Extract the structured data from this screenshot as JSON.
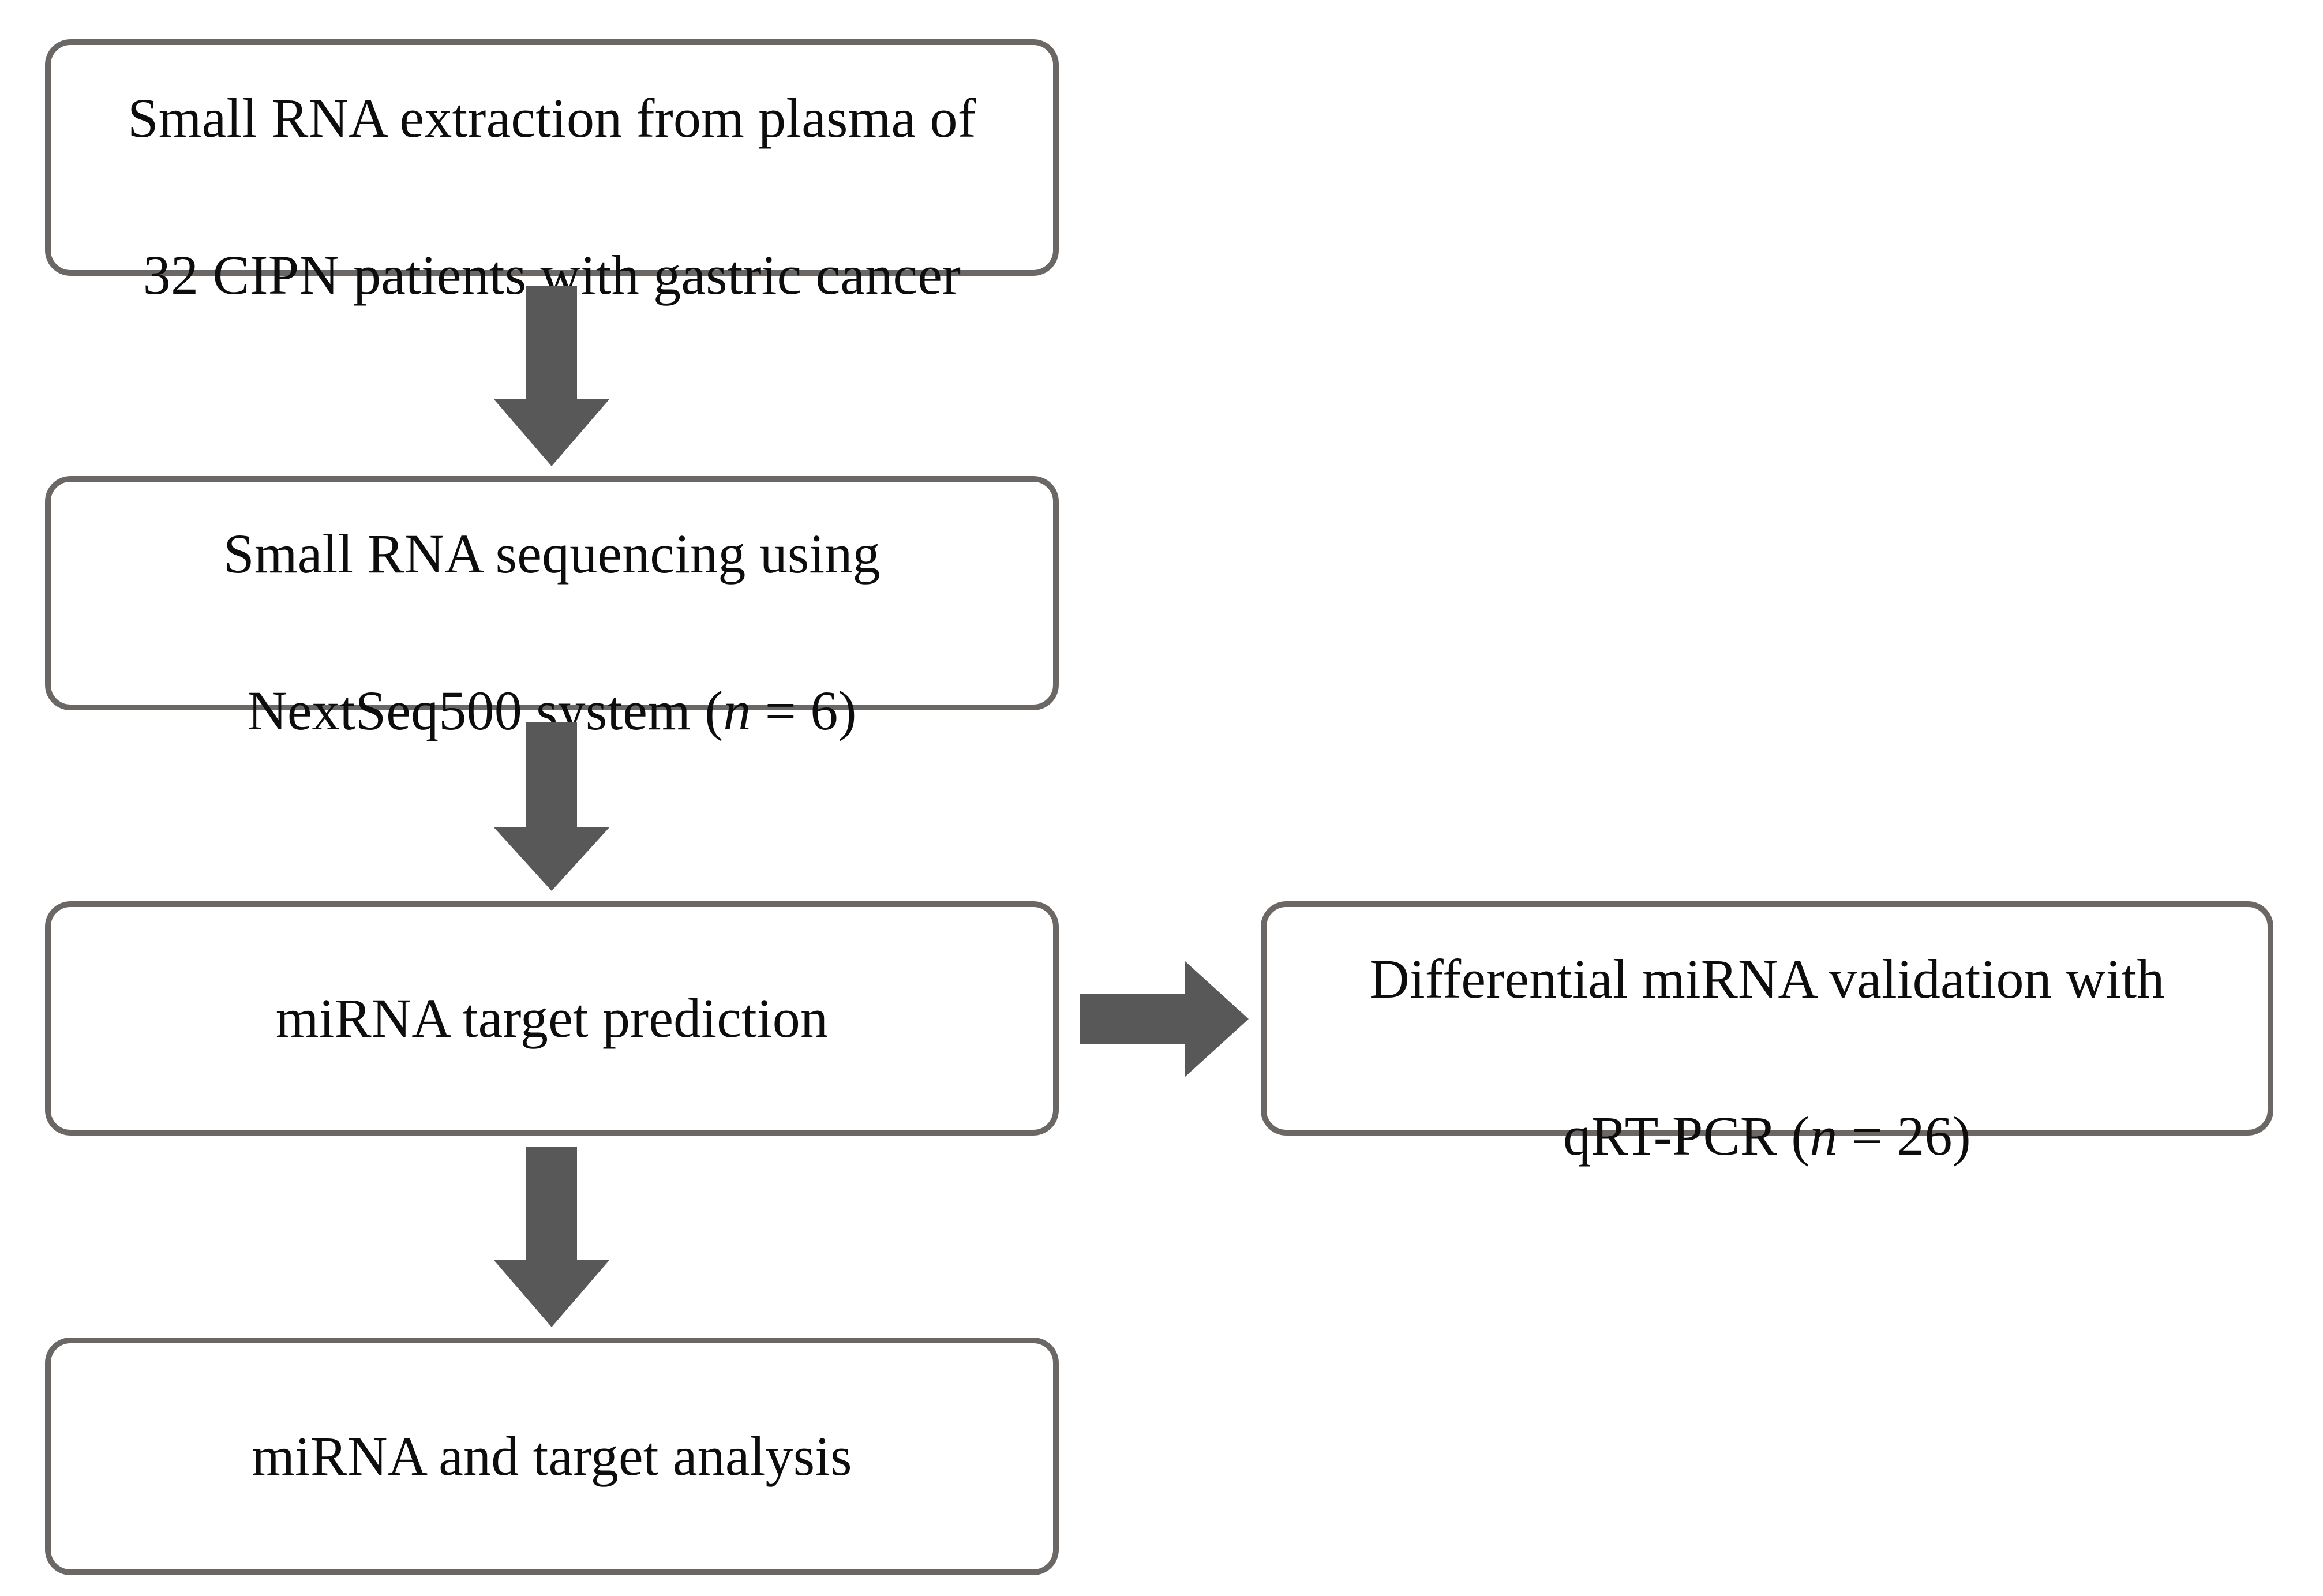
{
  "diagram": {
    "type": "flowchart",
    "orientation": "vertical-with-branch",
    "colors": {
      "box_border": "#6b6765",
      "box_fill": "#ffffff",
      "arrow_fill": "#585858",
      "text": "#0d0d0d",
      "background": "#ffffff"
    },
    "nodes": [
      {
        "id": "extraction",
        "line1": "Small RNA extraction from plasma of",
        "line2": "32 CIPN patients with gastric cancer",
        "text": "Small RNA extraction from plasma of\n32 CIPN patients with gastric cancer"
      },
      {
        "id": "sequencing",
        "line1": "Small RNA sequencing using",
        "line2_prefix": "NextSeq500 system (",
        "line2_italic": "n",
        "line2_suffix": " = 6)",
        "text": "Small RNA sequencing using\nNextSeq500 system (n = 6)"
      },
      {
        "id": "prediction",
        "line1": "miRNA target prediction",
        "text": "miRNA target prediction"
      },
      {
        "id": "validation",
        "line1": "Differential miRNA validation with",
        "line2_prefix": "qRT-PCR (",
        "line2_italic": "n",
        "line2_suffix": " = 26)",
        "text": "Differential miRNA validation with\nqRT-PCR (n = 26)"
      },
      {
        "id": "analysis",
        "line1": "miRNA and target analysis",
        "text": "miRNA and target analysis"
      }
    ],
    "edges": [
      {
        "id": "extraction-to-sequencing",
        "from": "extraction",
        "to": "sequencing",
        "direction": "down",
        "style": "block-arrow"
      },
      {
        "id": "sequencing-to-prediction",
        "from": "sequencing",
        "to": "prediction",
        "direction": "down",
        "style": "block-arrow"
      },
      {
        "id": "prediction-to-validation",
        "from": "prediction",
        "to": "validation",
        "direction": "right",
        "style": "block-arrow"
      },
      {
        "id": "prediction-to-analysis",
        "from": "prediction",
        "to": "analysis",
        "direction": "down",
        "style": "block-arrow"
      }
    ]
  }
}
